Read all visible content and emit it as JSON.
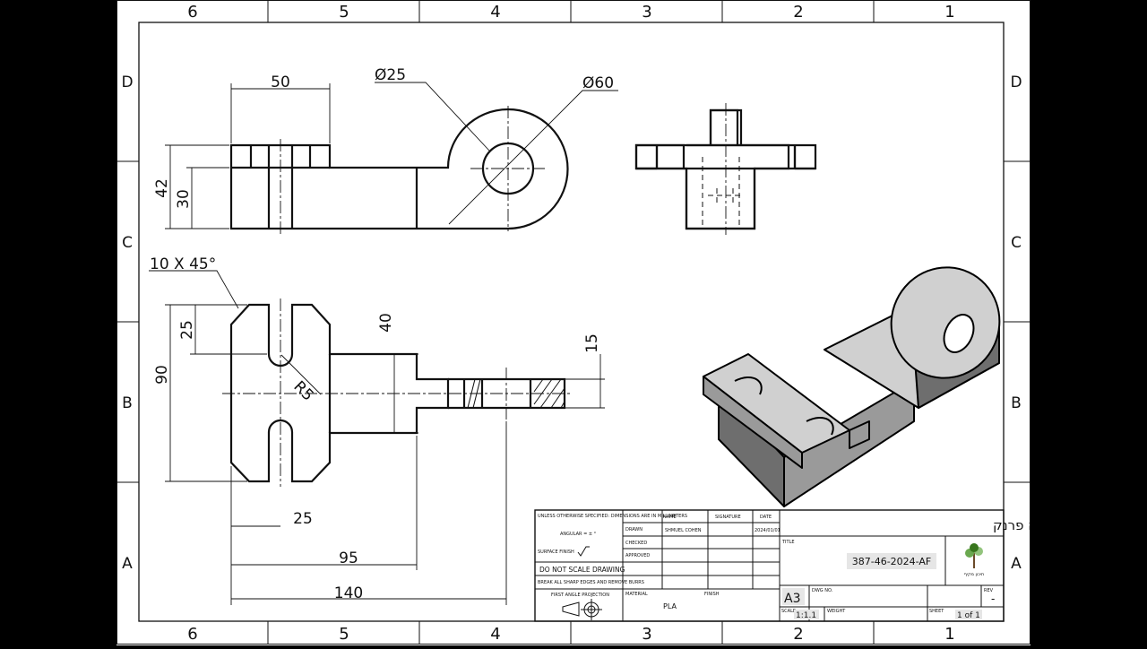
{
  "frame": {
    "columns": [
      "6",
      "5",
      "4",
      "3",
      "2",
      "1"
    ],
    "rows": [
      "D",
      "C",
      "B",
      "A"
    ]
  },
  "dimensions": {
    "top_width": "50",
    "bore_dia": "Ø25",
    "outer_dia": "Ø60",
    "height_total": "42",
    "height_base": "30",
    "chamfer": "10 X 45°",
    "slot_depth": "25",
    "neck_height": "40",
    "overall_width": "90",
    "radius": "R5",
    "pin_dia": "15",
    "slot_offset": "25",
    "length_mid": "95",
    "length_total": "140"
  },
  "title_block": {
    "notes": {
      "general": "UNLESS OTHERWISE SPECIFIED: DIMENSIONS ARE IN MILLIMETERS",
      "tolerance": "ANGULAR = ± °",
      "surface_finish": "SURFACE FINISH",
      "do_not_scale": "DO NOT SCALE DRAWING",
      "break_edges": "BREAK ALL SHARP EDGES AND REMOVE BURRS",
      "projection": "FIRST ANGLE PROJECTION"
    },
    "headers": {
      "name": "NAME",
      "signature": "SIGNATURE",
      "date": "DATE"
    },
    "drawn_label": "DRAWN",
    "drawn_name": "SHMUEL COHEN",
    "drawn_date": "2024/01/01",
    "checked_label": "CHECKED",
    "approved_label": "APPROVED",
    "material_label": "MATERIAL",
    "material": "PLA",
    "finish_label": "FINISH",
    "school_name": "תיכון מקיף ע\"ש אנה פרנק",
    "title_label": "TITLE",
    "drawing_number": "387-46-2024-AF",
    "size": "A3",
    "dwg_no_label": "DWG NO.",
    "rev_label": "REV",
    "rev": "-",
    "scale_label": "SCALE",
    "scale": "1:1.1",
    "weight_label": "WEIGHT",
    "sheet_label": "SHEET",
    "sheet": "1 of 1",
    "logo_text": "תיכון מקיף"
  },
  "colors": {
    "iso_top": "#d0d0d0",
    "iso_side": "#9a9a9a",
    "iso_front": "#6e6e6e",
    "title_highlight": "#e6e6e6"
  }
}
